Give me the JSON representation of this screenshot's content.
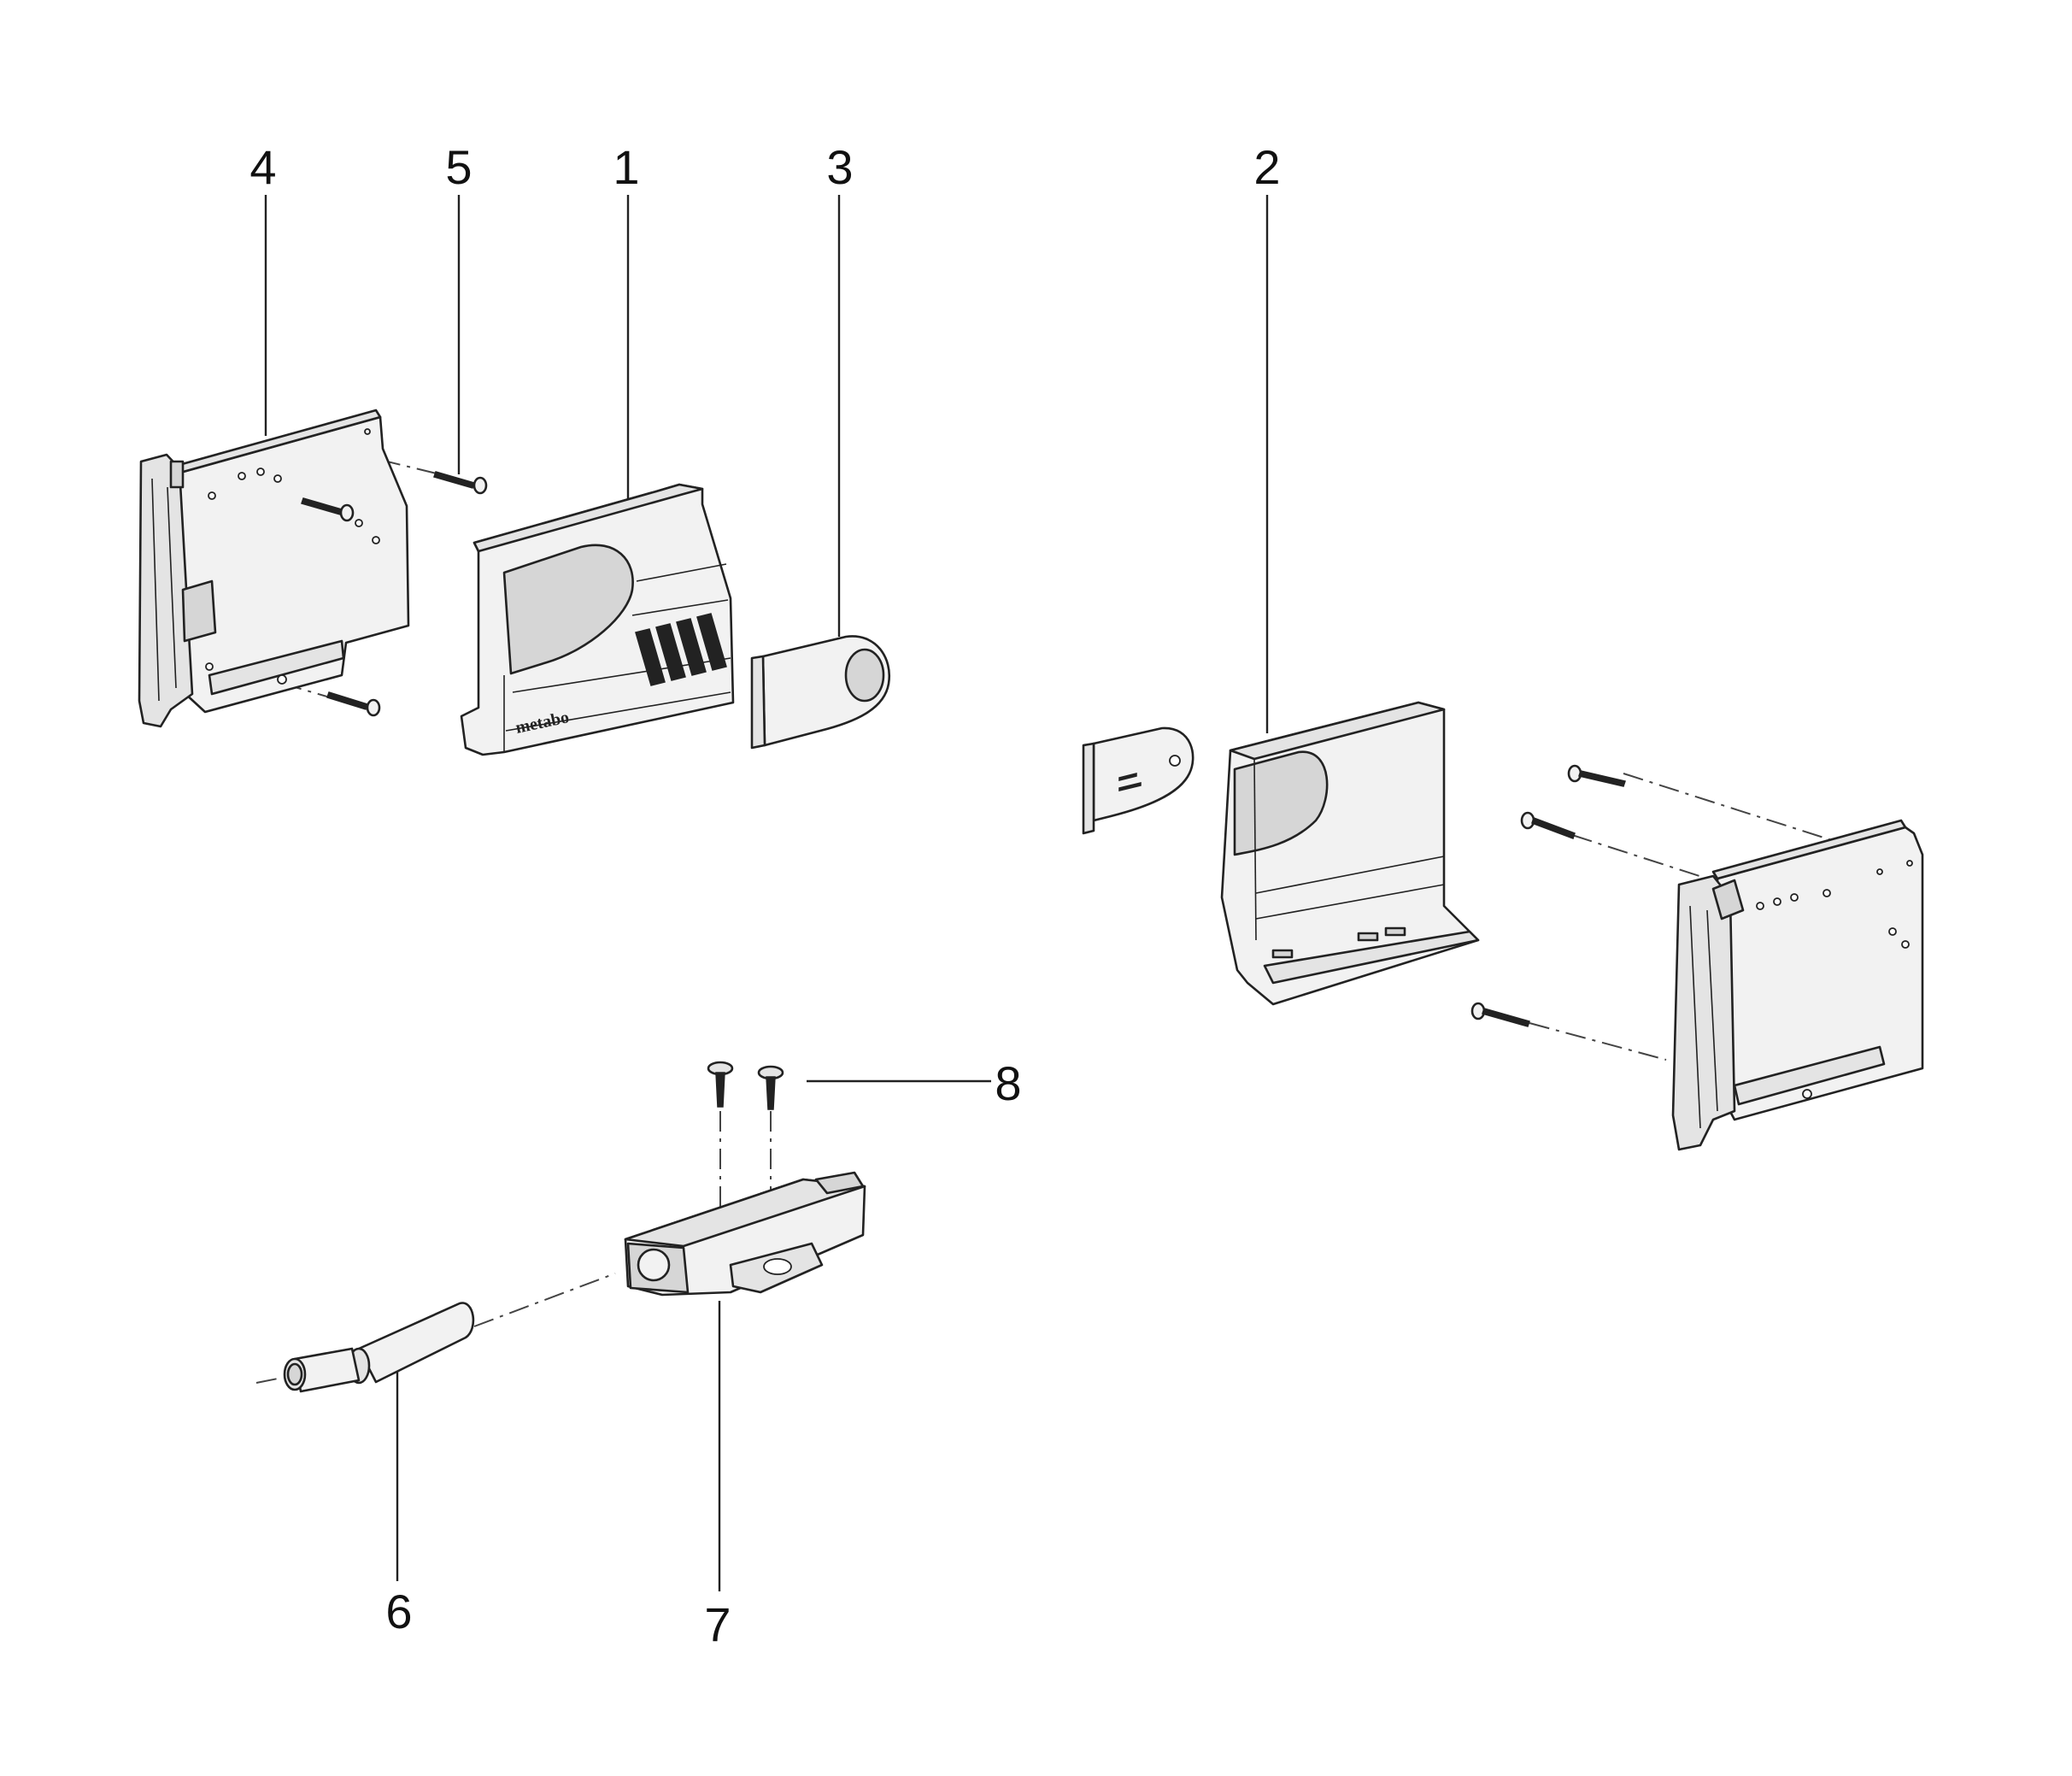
{
  "diagram": {
    "labels": {
      "part_1": "1",
      "part_2": "2",
      "part_3": "3",
      "part_4": "4",
      "part_5": "5",
      "part_6": "6",
      "part_7": "7",
      "part_8": "8"
    },
    "brand_mark": "metabo"
  }
}
